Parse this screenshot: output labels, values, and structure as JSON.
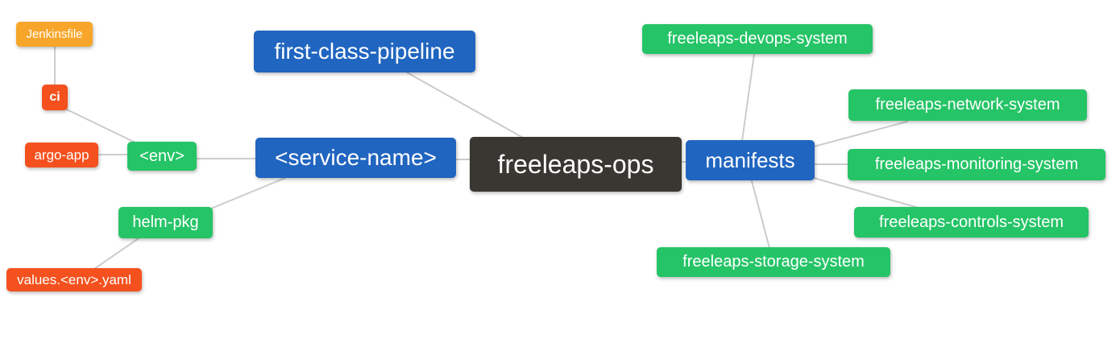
{
  "diagram_type": "mindmap",
  "colors": {
    "root": "#3a3733",
    "branch": "#2065c0",
    "leaf_green": "#25c467",
    "leaf_orange": "#f7a62a",
    "leaf_red": "#f4511e",
    "edge": "#cccccc",
    "text": "#ffffff",
    "background": "#ffffff"
  },
  "nodes": {
    "root": {
      "label": "freeleaps-ops"
    },
    "first_class_pipeline": {
      "label": "first-class-pipeline"
    },
    "service_name": {
      "label": "<service-name>"
    },
    "env": {
      "label": "<env>"
    },
    "ci": {
      "label": "ci"
    },
    "jenkinsfile": {
      "label": "Jenkinsfile"
    },
    "argo_app": {
      "label": "argo-app"
    },
    "helm_pkg": {
      "label": "helm-pkg"
    },
    "values_yaml": {
      "label": "values.<env>.yaml"
    },
    "manifests": {
      "label": "manifests"
    },
    "devops": {
      "label": "freeleaps-devops-system"
    },
    "network": {
      "label": "freeleaps-network-system"
    },
    "monitoring": {
      "label": "freeleaps-monitoring-system"
    },
    "controls": {
      "label": "freeleaps-controls-system"
    },
    "storage": {
      "label": "freeleaps-storage-system"
    }
  },
  "edges": [
    [
      "jenkinsfile",
      "ci"
    ],
    [
      "ci",
      "env"
    ],
    [
      "argo_app",
      "env"
    ],
    [
      "env",
      "service_name"
    ],
    [
      "helm_pkg",
      "service_name"
    ],
    [
      "values_yaml",
      "helm_pkg"
    ],
    [
      "first_class_pipeline",
      "root"
    ],
    [
      "service_name",
      "root"
    ],
    [
      "root",
      "manifests"
    ],
    [
      "manifests",
      "devops"
    ],
    [
      "manifests",
      "network"
    ],
    [
      "manifests",
      "monitoring"
    ],
    [
      "manifests",
      "controls"
    ],
    [
      "manifests",
      "storage"
    ]
  ]
}
